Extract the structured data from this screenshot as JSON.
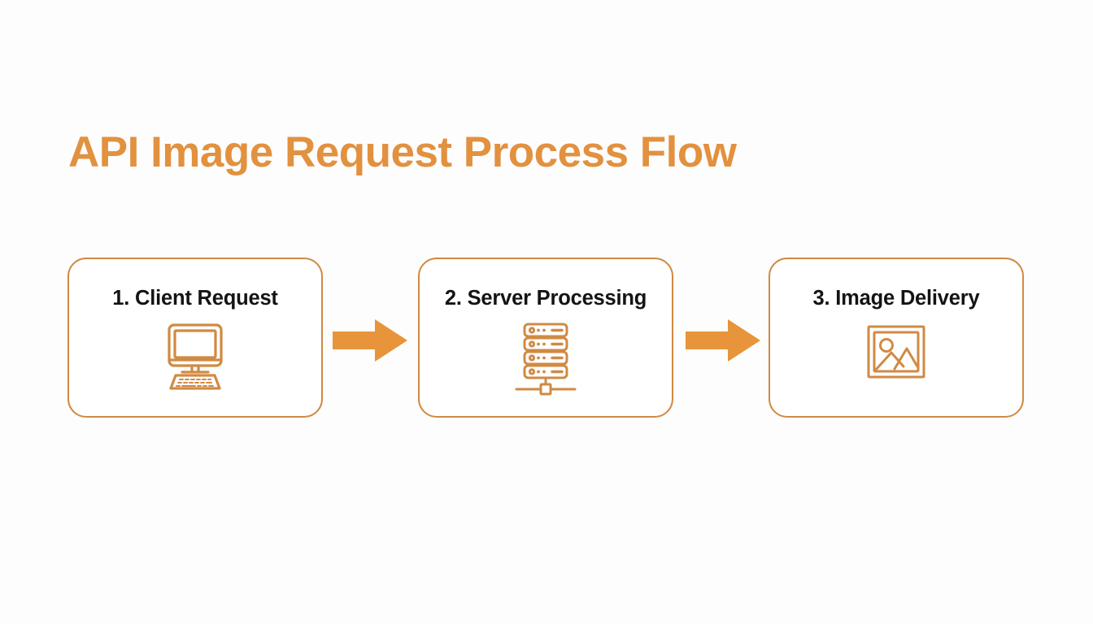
{
  "slide": {
    "title": "API Image Request Process Flow",
    "background_color": "#fdfdfd",
    "title_color": "#e2913f",
    "accent_color": "#e8943a",
    "box_border_color": "#d08a43",
    "label_color": "#141414"
  },
  "flow": {
    "steps": [
      {
        "label": "1. Client Request",
        "icon": "desktop-computer-icon",
        "icon_color": "#d08a43"
      },
      {
        "label": "2. Server Processing",
        "icon": "server-rack-icon",
        "icon_color": "#d08a43"
      },
      {
        "label": "3. Image Delivery",
        "icon": "image-photo-icon",
        "icon_color": "#d08a43"
      }
    ],
    "connectors": [
      {
        "icon": "arrow-right-icon",
        "color": "#e8943a"
      },
      {
        "icon": "arrow-right-icon",
        "color": "#e8943a"
      }
    ]
  }
}
